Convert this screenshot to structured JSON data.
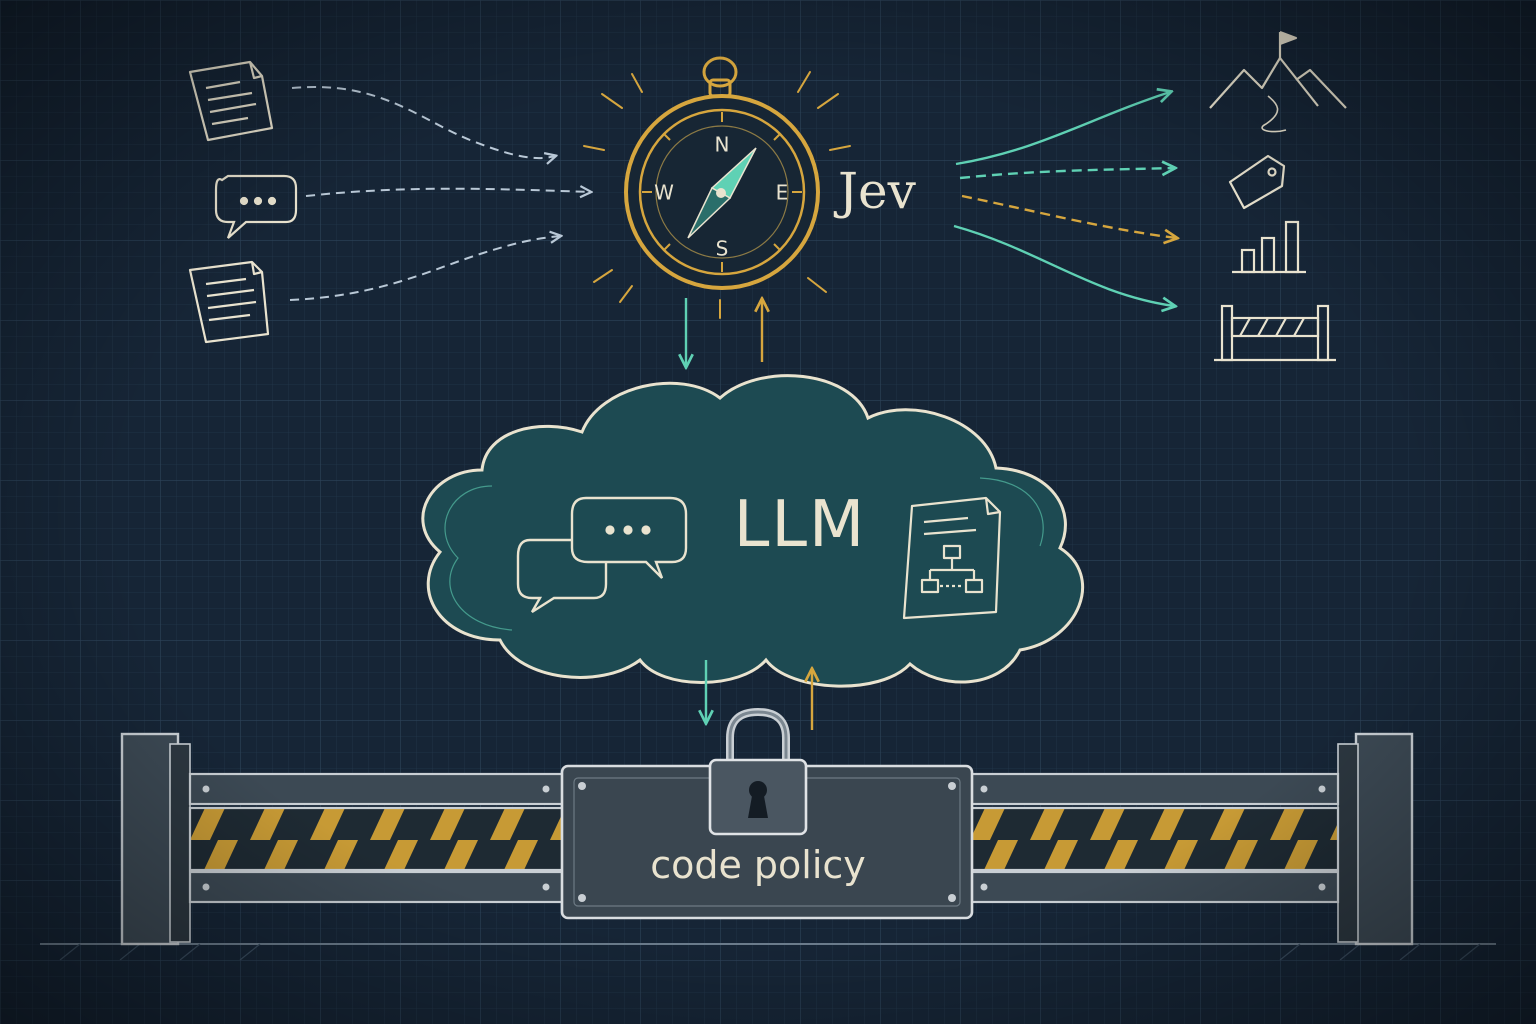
{
  "title": "",
  "nodes": {
    "compass": {
      "label": "Jev",
      "directions": [
        "N",
        "E",
        "S",
        "W"
      ]
    },
    "cloud": {
      "label": "LLM"
    },
    "gate": {
      "label": "code policy"
    }
  },
  "icons": {
    "inputs": [
      "document-icon",
      "chat-bubble-icon",
      "document-icon"
    ],
    "outputs": [
      "mountain-flag-icon",
      "tag-icon",
      "bar-chart-icon",
      "barrier-icon"
    ],
    "cloud": [
      "chat-bubbles-icon",
      "flowchart-document-icon"
    ],
    "gate": [
      "padlock-icon"
    ]
  },
  "colors": {
    "background": "#162536",
    "grid": "#2a3c50",
    "chalk": "#e9e3cf",
    "teal": "#5fd1b4",
    "gold": "#d6a63e",
    "cloud_fill": "#1d4a52",
    "metal": "#3c4954",
    "input_arrow": "#b9c8d6"
  }
}
